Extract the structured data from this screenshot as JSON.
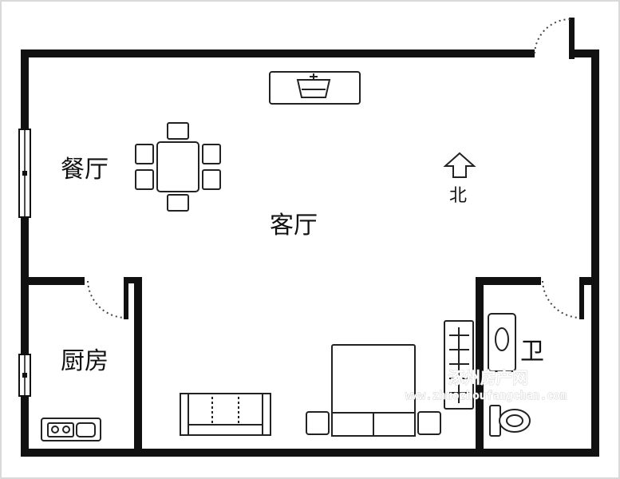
{
  "rooms": {
    "dining": "餐厅",
    "living": "客厅",
    "kitchen": "厨房",
    "bathroom": "卫"
  },
  "compass": {
    "label": "北"
  },
  "watermark": {
    "name": "涿州房产网",
    "url": "www.zhuozhoufangchan.com"
  },
  "colors": {
    "wall": "#111111",
    "background": "#ffffff",
    "frame": "#d9d9d9"
  }
}
